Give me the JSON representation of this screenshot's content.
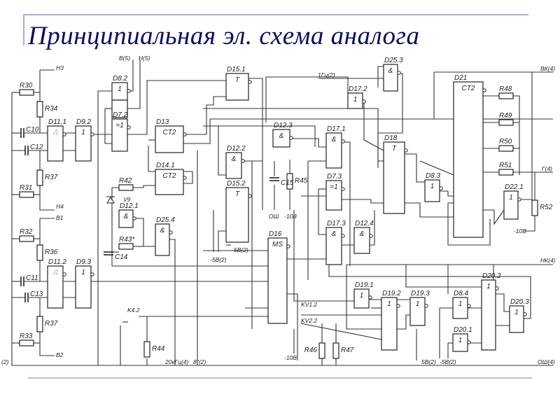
{
  "title": "Принципиальная эл. схема аналога",
  "components": [
    {
      "ref": "D8.2",
      "symbol": "1"
    },
    {
      "ref": "D7.2",
      "symbol": "=1"
    },
    {
      "ref": "D11.1",
      "symbol": "⎍"
    },
    {
      "ref": "D9.2",
      "symbol": "1"
    },
    {
      "ref": "D13",
      "symbol": "CT2"
    },
    {
      "ref": "D14.1",
      "symbol": "CT2"
    },
    {
      "ref": "D15.1",
      "symbol": "T"
    },
    {
      "ref": "D12.2",
      "symbol": "&"
    },
    {
      "ref": "D15.2",
      "symbol": "T"
    },
    {
      "ref": "D12.3",
      "symbol": "&"
    },
    {
      "ref": "D17.1",
      "symbol": "&"
    },
    {
      "ref": "D7.3",
      "symbol": "=1"
    },
    {
      "ref": "D16",
      "symbol": "MS"
    },
    {
      "ref": "D17.3",
      "symbol": "&"
    },
    {
      "ref": "D12.4",
      "symbol": "&"
    },
    {
      "ref": "D17.2",
      "symbol": "1"
    },
    {
      "ref": "D25.3",
      "symbol": "&"
    },
    {
      "ref": "D18",
      "symbol": "T"
    },
    {
      "ref": "D8.3",
      "symbol": "1"
    },
    {
      "ref": "D21",
      "symbol": "CT2"
    },
    {
      "ref": "D22.1",
      "symbol": "1"
    },
    {
      "ref": "D12.1",
      "symbol": "&"
    },
    {
      "ref": "D25.4",
      "symbol": "&"
    },
    {
      "ref": "D11.2",
      "symbol": "⎍"
    },
    {
      "ref": "D9.3",
      "symbol": "1"
    },
    {
      "ref": "D19.1",
      "symbol": "1"
    },
    {
      "ref": "D19.2",
      "symbol": "1"
    },
    {
      "ref": "D19.3",
      "symbol": "1"
    },
    {
      "ref": "D8.4",
      "symbol": "1"
    },
    {
      "ref": "D20.1",
      "symbol": "1"
    },
    {
      "ref": "D20.2",
      "symbol": "1"
    },
    {
      "ref": "D20.3",
      "symbol": "1"
    }
  ],
  "resistors": [
    "R30",
    "R34",
    "R37",
    "R31",
    "R32",
    "R36",
    "R37",
    "R33",
    "R42",
    "R43*",
    "R44",
    "R45",
    "R46",
    "R47",
    "R48",
    "R49",
    "R50",
    "R51",
    "R52"
  ],
  "capacitors": [
    "C10",
    "C12",
    "C11",
    "C13",
    "C14",
    "C15"
  ],
  "nets": [
    "Н3",
    "Н4",
    "В1",
    "В2",
    "В(5)",
    "Н(5)",
    "1Гц(2)",
    "ВК(4)",
    "Г(4)",
    "НК(4)",
    "ОШ(4)",
    "(2)",
    "20кГц(4)",
    "8''(2)",
    "-10В",
    "ОШ",
    "-10В",
    "-10В",
    "5В(2)",
    "-5В(2)",
    "5В(2)",
    "-5В(2)",
    "K4.2",
    "KV1.2",
    "KV2.2",
    "V9"
  ]
}
